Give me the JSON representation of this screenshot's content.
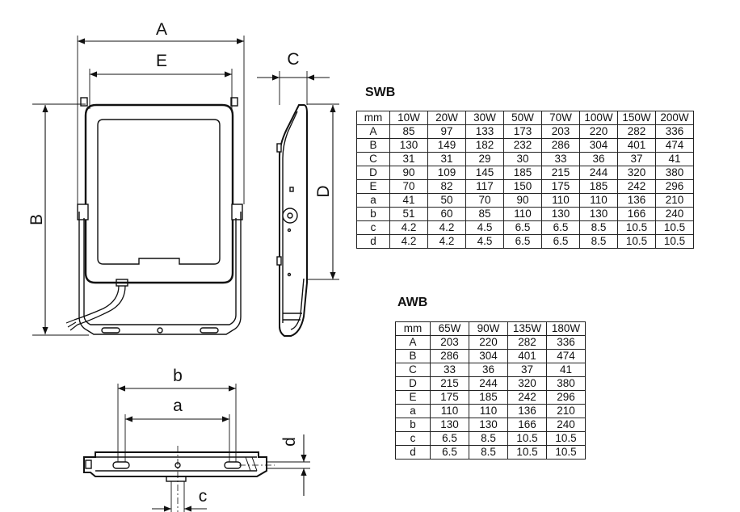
{
  "dimension_labels": {
    "A": "A",
    "E": "E",
    "C": "C",
    "B": "B",
    "D": "D",
    "b": "b",
    "a": "a",
    "d": "d",
    "c": "c"
  },
  "swb": {
    "title": "SWB",
    "headers": [
      "mm",
      "10W",
      "20W",
      "30W",
      "50W",
      "70W",
      "100W",
      "150W",
      "200W"
    ],
    "rows": [
      [
        "A",
        "85",
        "97",
        "133",
        "173",
        "203",
        "220",
        "282",
        "336"
      ],
      [
        "B",
        "130",
        "149",
        "182",
        "232",
        "286",
        "304",
        "401",
        "474"
      ],
      [
        "C",
        "31",
        "31",
        "29",
        "30",
        "33",
        "36",
        "37",
        "41"
      ],
      [
        "D",
        "90",
        "109",
        "145",
        "185",
        "215",
        "244",
        "320",
        "380"
      ],
      [
        "E",
        "70",
        "82",
        "117",
        "150",
        "175",
        "185",
        "242",
        "296"
      ],
      [
        "a",
        "41",
        "50",
        "70",
        "90",
        "110",
        "110",
        "136",
        "210"
      ],
      [
        "b",
        "51",
        "60",
        "85",
        "110",
        "130",
        "130",
        "166",
        "240"
      ],
      [
        "c",
        "4.2",
        "4.2",
        "4.5",
        "6.5",
        "6.5",
        "8.5",
        "10.5",
        "10.5"
      ],
      [
        "d",
        "4.2",
        "4.2",
        "4.5",
        "6.5",
        "6.5",
        "8.5",
        "10.5",
        "10.5"
      ]
    ]
  },
  "awb": {
    "title": "AWB",
    "headers": [
      "mm",
      "65W",
      "90W",
      "135W",
      "180W"
    ],
    "rows": [
      [
        "A",
        "203",
        "220",
        "282",
        "336"
      ],
      [
        "B",
        "286",
        "304",
        "401",
        "474"
      ],
      [
        "C",
        "33",
        "36",
        "37",
        "41"
      ],
      [
        "D",
        "215",
        "244",
        "320",
        "380"
      ],
      [
        "E",
        "175",
        "185",
        "242",
        "296"
      ],
      [
        "a",
        "110",
        "110",
        "136",
        "210"
      ],
      [
        "b",
        "130",
        "130",
        "166",
        "240"
      ],
      [
        "c",
        "6.5",
        "8.5",
        "10.5",
        "10.5"
      ],
      [
        "d",
        "6.5",
        "8.5",
        "10.5",
        "10.5"
      ]
    ]
  }
}
